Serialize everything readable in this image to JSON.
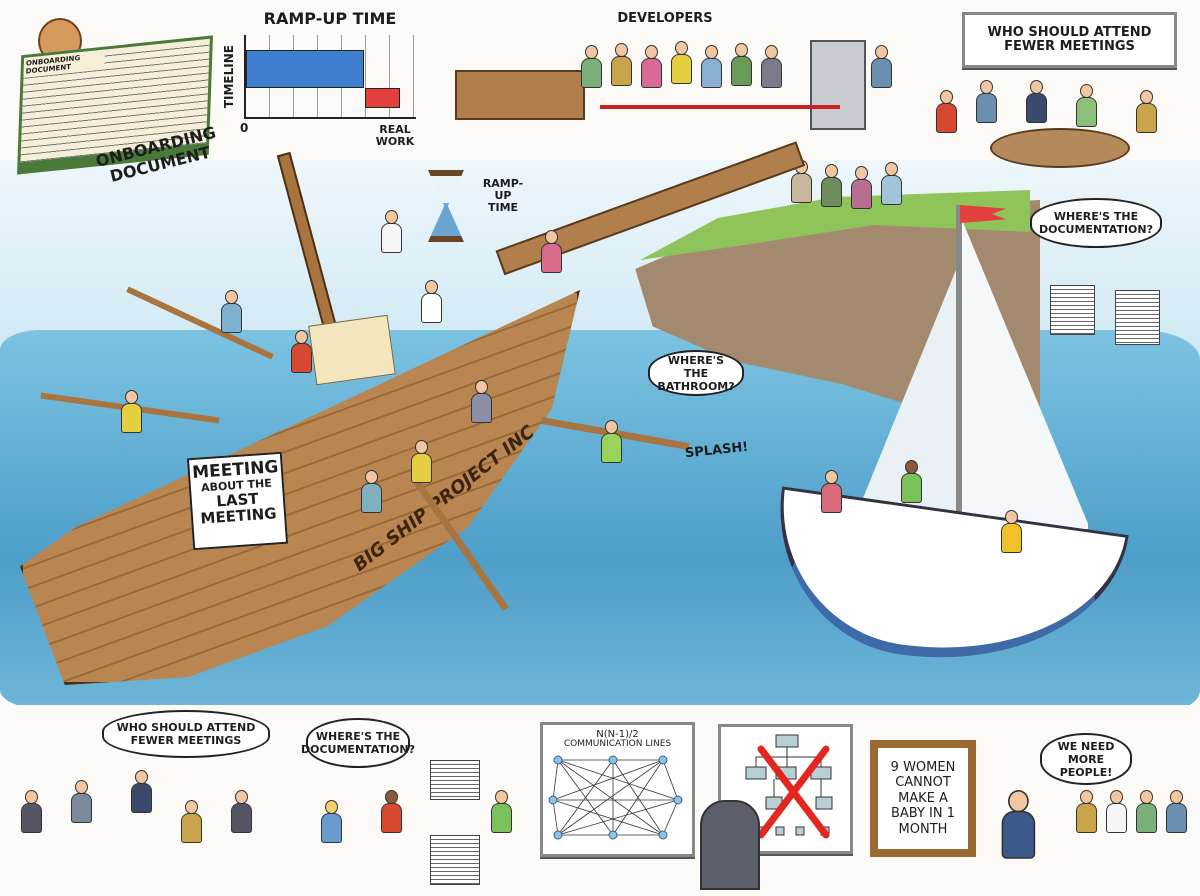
{
  "onboarding": {
    "book_label": "ONBOARDING DOCUMENT",
    "book_page_text": "ONBOARDING DOCUMENT"
  },
  "ramp_chart": {
    "title": "RAMP-UP TIME",
    "ylabel": "TIMELINE",
    "origin": "0",
    "annotation": "REAL WORK",
    "ramp_color": "#3f7fcf",
    "work_color": "#e3403d"
  },
  "developers": {
    "label": "DEVELOPERS"
  },
  "top_right_board": {
    "text": "WHO SHOULD ATTEND FEWER MEETINGS"
  },
  "right_bubble": {
    "text": "WHERE'S THE DOCUMENTATION?"
  },
  "hourglass_label": "RAMP-UP TIME",
  "bathroom_bubble": "WHERE'S THE BATHROOM?",
  "splash": "SPLASH!",
  "meeting_sign": {
    "line1": "MEETING",
    "line2": "ABOUT THE",
    "line3": "LAST",
    "line4": "MEETING"
  },
  "hull_text": "BIG SHIP PROJECT INC",
  "bottom": {
    "meetings_bubble": "WHO SHOULD ATTEND FEWER MEETINGS",
    "docs_bubble": "WHERE'S THE DOCUMENTATION?",
    "whiteboard_title": "N(N-1)/2",
    "whiteboard_subtitle": "COMMUNICATION LINES",
    "frame_text": "9 WOMEN CANNOT MAKE A BABY IN 1 MONTH",
    "people_bubble": "WE NEED MORE PEOPLE!"
  },
  "colors": {
    "sea": "#5fb0d6",
    "sky": "#cfe8f3",
    "wood": "#a8743f",
    "grass": "#8fc45a",
    "cliff": "#a38a6e",
    "cross": "#e3271f"
  }
}
